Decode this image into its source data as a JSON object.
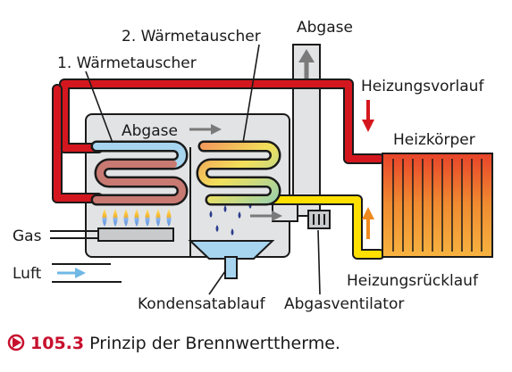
{
  "labels": {
    "hx2": "2. Wärmetauscher",
    "hx1": "1. Wärmetauscher",
    "abgase_top": "Abgase",
    "abgase_inner": "Abgase",
    "vorlauf": "Heizungsvorlauf",
    "heizkoerper": "Heizkörper",
    "gas": "Gas",
    "luft": "Luft",
    "ruecklauf": "Heizungsrücklauf",
    "kondensat": "Kondensatablauf",
    "ventilator": "Abgasventilator"
  },
  "caption": {
    "number": "105.3",
    "text": " Prinzip der Brennwerttherme."
  },
  "colors": {
    "supply_pipe": "#d4171e",
    "return_pipe": "#ffe000",
    "housing": "#e2e3e4",
    "hot_coil": "#c87a72",
    "cool_coil": "#a7d5ef",
    "radiator": "#f08c30",
    "flame_blue": "#5b8fd8",
    "flame_yellow": "#f5b224",
    "arrow_red": "#d4171e",
    "arrow_orange": "#f08a1e",
    "arrow_gray": "#7a7a7a",
    "arrow_blue": "#6fb8e6",
    "caption_number": "#c8102e"
  },
  "icons": {
    "caption_marker": "arrow-circle-icon"
  }
}
